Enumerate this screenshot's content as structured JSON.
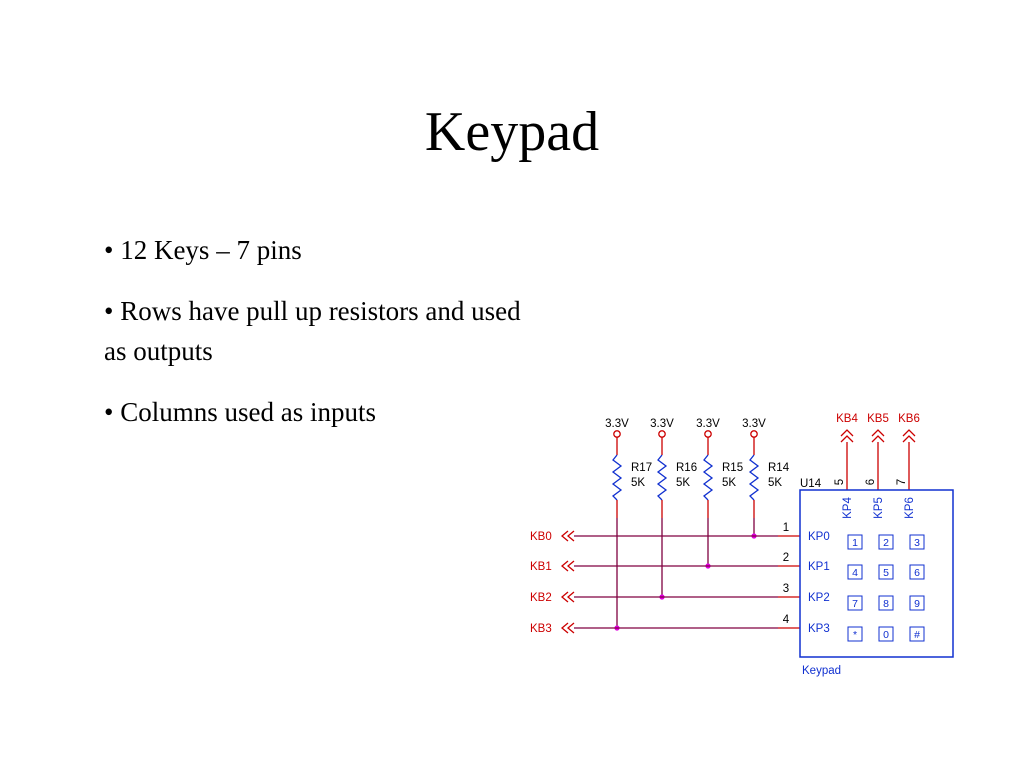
{
  "slide": {
    "title": "Keypad",
    "bullets": [
      "• 12 Keys – 7 pins",
      "• Rows have pull up resistors and used as outputs",
      "• Columns used as inputs"
    ]
  },
  "schematic": {
    "colors": {
      "supply_wire": "#cc0000",
      "row_wire": "#800040",
      "junction": "#e000e0",
      "component": "#1030d0",
      "net_label": "#cc0000",
      "text": "#000000",
      "pin_label": "#1030d0"
    },
    "supply_labels": [
      "3.3V",
      "3.3V",
      "3.3V",
      "3.3V"
    ],
    "resistors": [
      {
        "ref": "R17",
        "value": "5K"
      },
      {
        "ref": "R16",
        "value": "5K"
      },
      {
        "ref": "R15",
        "value": "5K"
      },
      {
        "ref": "R14",
        "value": "5K"
      }
    ],
    "row_nets": [
      "KB0",
      "KB1",
      "KB2",
      "KB3"
    ],
    "row_pin_numbers": [
      "1",
      "2",
      "3",
      "4"
    ],
    "row_pin_names": [
      "KP0",
      "KP1",
      "KP2",
      "KP3"
    ],
    "column_nets": [
      "KB4",
      "KB5",
      "KB6"
    ],
    "column_pin_numbers": [
      "5",
      "6",
      "7"
    ],
    "column_pin_names": [
      "KP4",
      "KP5",
      "KP6"
    ],
    "part_ref": "U14",
    "part_name": "Keypad",
    "keys": [
      [
        "1",
        "2",
        "3"
      ],
      [
        "4",
        "5",
        "6"
      ],
      [
        "7",
        "8",
        "9"
      ],
      [
        "*",
        "0",
        "#"
      ]
    ]
  }
}
